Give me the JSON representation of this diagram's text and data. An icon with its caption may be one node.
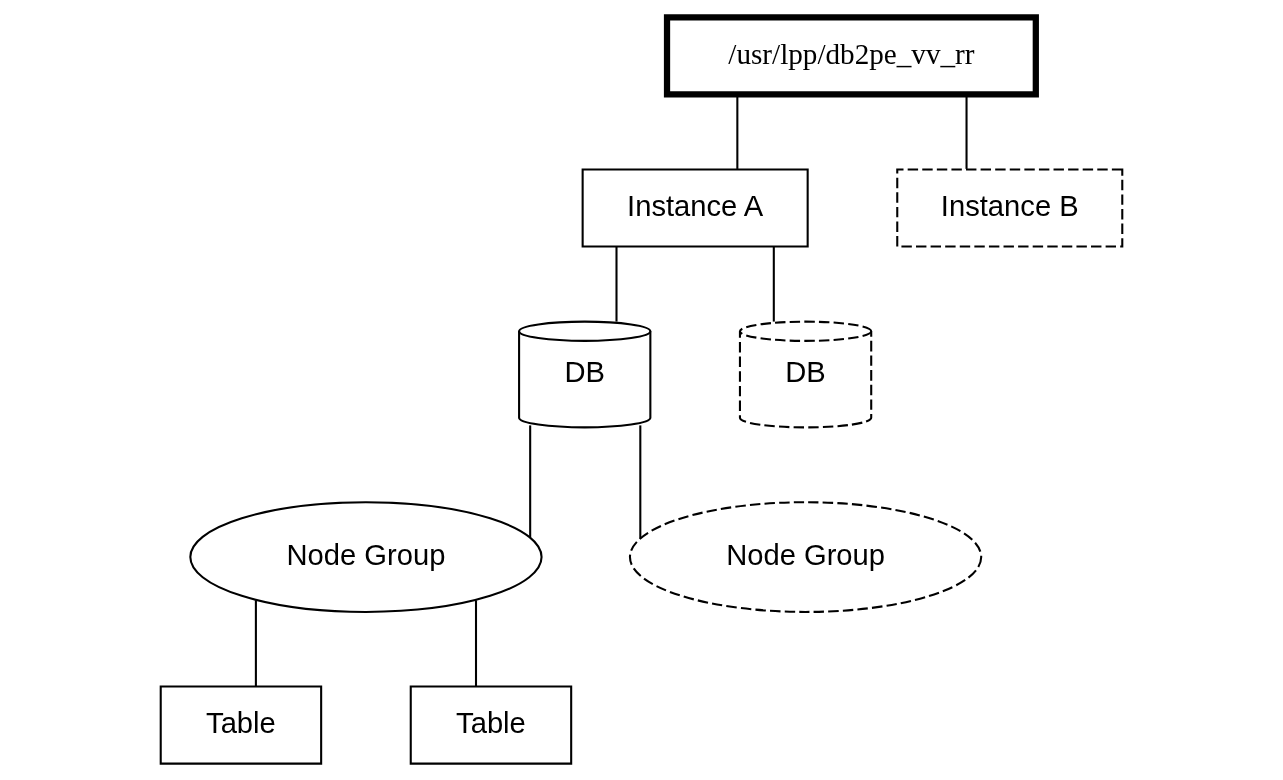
{
  "diagram": {
    "nodes": [
      {
        "text": [
          "/usr/lpp/db2pe_vv_rr"
        ]
      },
      {
        "text": [
          "Instance A"
        ]
      },
      {
        "text": [
          "Instance B"
        ]
      },
      {
        "text": [
          "DB"
        ]
      },
      {
        "text": [
          "DB"
        ]
      },
      {
        "text": [
          "Node Group"
        ]
      },
      {
        "text": [
          "Node Group"
        ]
      },
      {
        "text": [
          "Table"
        ]
      },
      {
        "text": [
          "Table"
        ]
      }
    ],
    "edges": [
      {
        "from": 0,
        "to": 1,
        "arrow": "none"
      },
      {
        "from": 0,
        "to": 2,
        "arrow": "none"
      },
      {
        "from": 1,
        "to": 3,
        "arrow": "none"
      },
      {
        "from": 1,
        "to": 4,
        "arrow": "none"
      },
      {
        "from": 3,
        "to": 5,
        "arrow": "none"
      },
      {
        "from": 3,
        "to": 6,
        "arrow": "none"
      },
      {
        "from": 5,
        "to": 7,
        "arrow": "none"
      },
      {
        "from": 5,
        "to": 8,
        "arrow": "none"
      }
    ]
  }
}
